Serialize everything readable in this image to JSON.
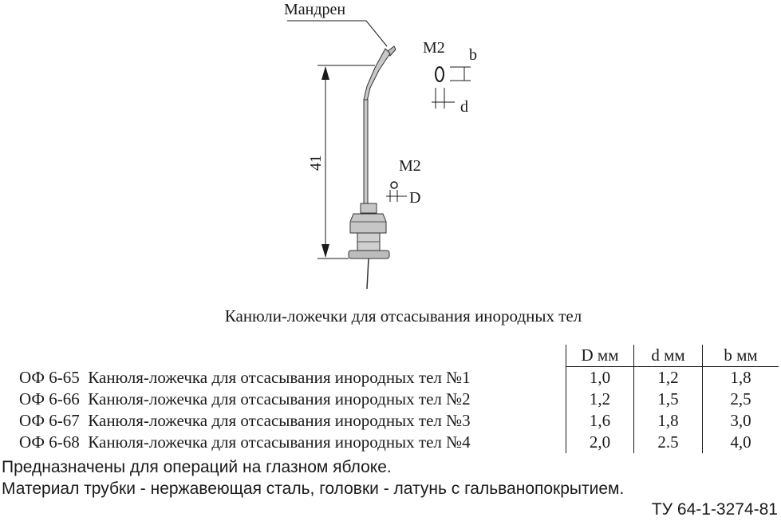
{
  "drawing": {
    "mandrin_label": "Мандрен",
    "m2_label_top": "M2",
    "m2_label_mid": "M2",
    "dim_b": "b",
    "dim_d": "d",
    "dim_D": "D",
    "length": "41"
  },
  "caption": "Канюли-ложечки  для отсасывания инородных тел",
  "table": {
    "headers": [
      "D мм",
      "d мм",
      "b мм"
    ],
    "rows": [
      {
        "code": "ОФ 6-65",
        "name": "Канюля-ложечка для отсасывания инородных тел №1",
        "D": "1,0",
        "d": "1,2",
        "b": "1,8"
      },
      {
        "code": "ОФ 6-66",
        "name": "Канюля-ложечка для отсасывания инородных тел №2",
        "D": "1,2",
        "d": "1,5",
        "b": "2,5"
      },
      {
        "code": "ОФ 6-67",
        "name": "Канюля-ложечка для отсасывания инородных тел №3",
        "D": "1,6",
        "d": "1,8",
        "b": "3,0"
      },
      {
        "code": "ОФ 6-68",
        "name": "Канюля-ложечка для отсасывания инородных тел №4",
        "D": "2,0",
        "d": "2.5",
        "b": "4,0"
      }
    ]
  },
  "notes": [
    "Предназначены для операций на глазном яблоке.",
    "Материал трубки - нержавеющая сталь, головки - латунь с гальванопокрытием."
  ],
  "spec_code": "ТУ 64-1-3274-81"
}
